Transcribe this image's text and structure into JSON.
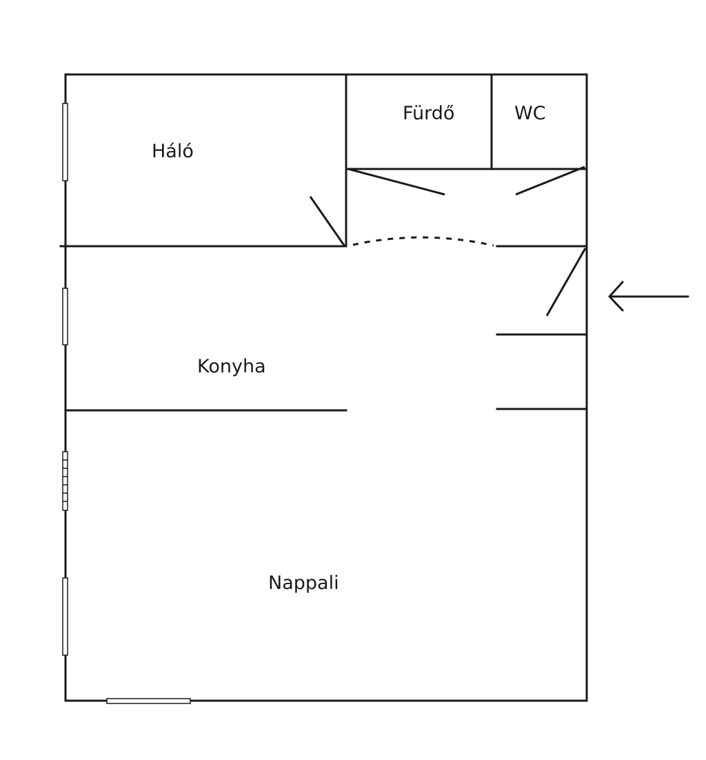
{
  "floor_plan": {
    "rooms": {
      "halo": "Háló",
      "furdo": "Fürdő",
      "wc": "WC",
      "konyha": "Konyha",
      "nappali": "Nappali"
    },
    "entrance_arrow_icon": "arrow-left-icon"
  }
}
